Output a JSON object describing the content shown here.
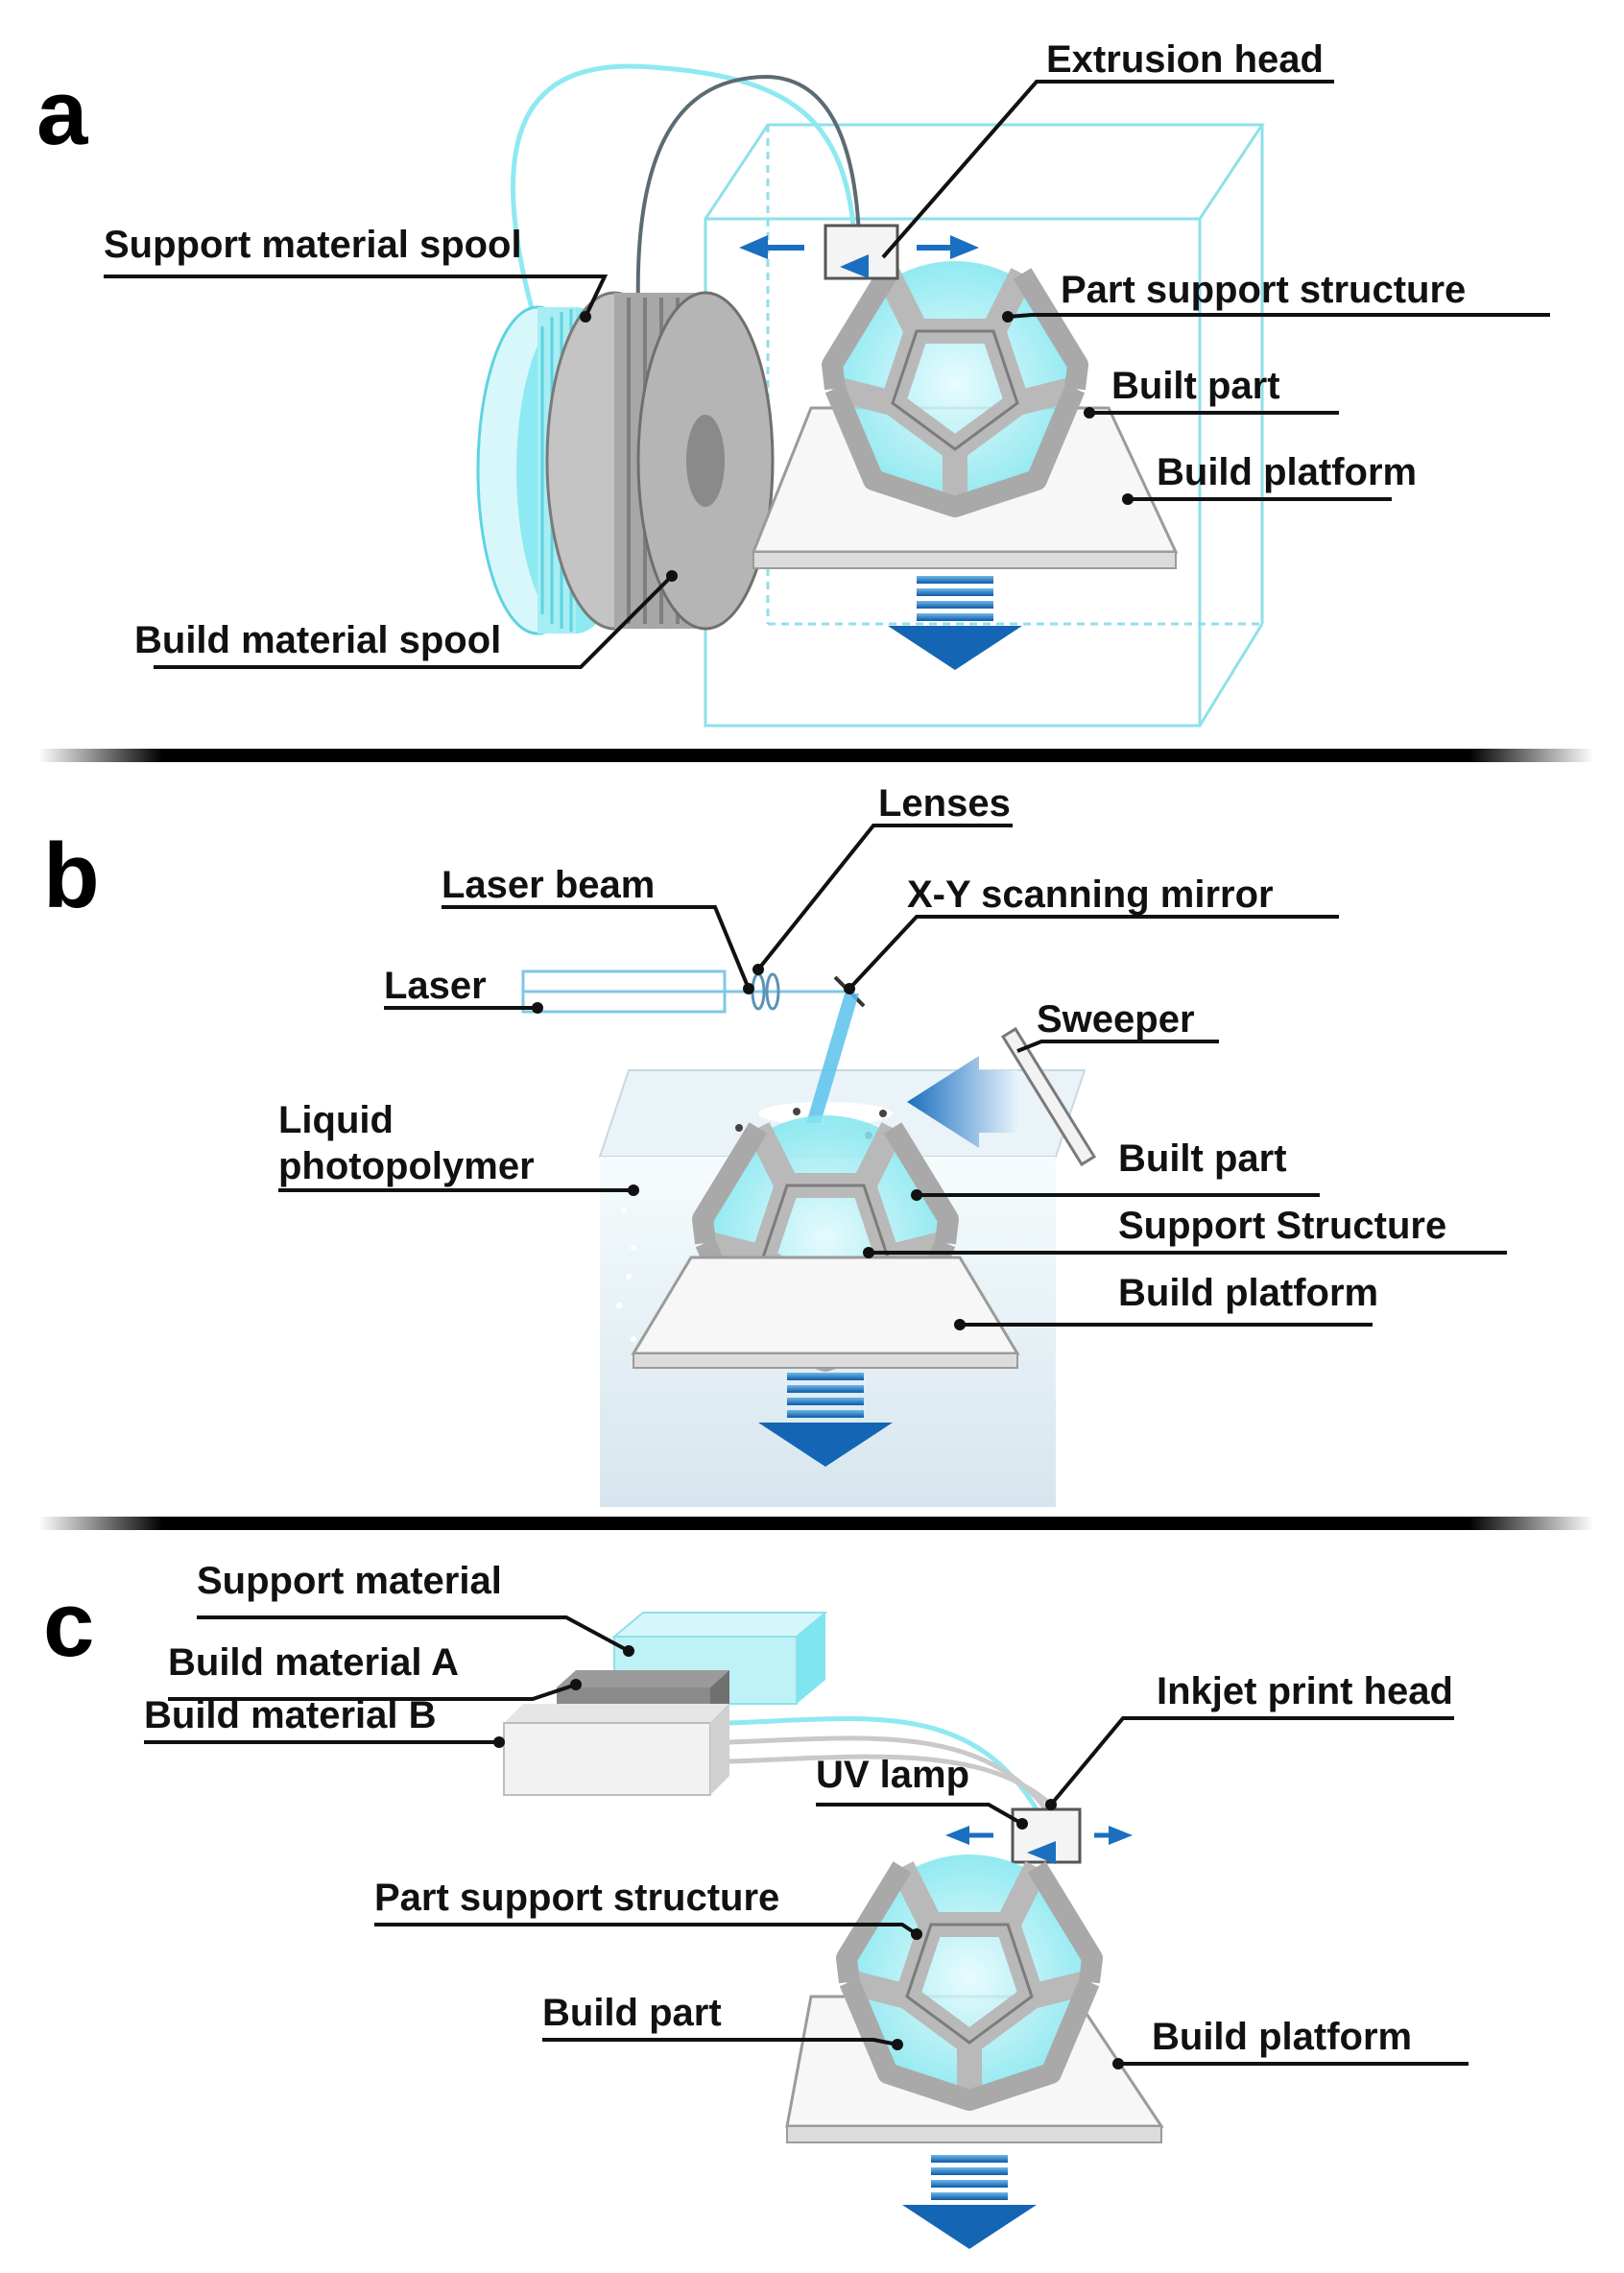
{
  "colors": {
    "cyan": "#7fe6ef",
    "cyan_light": "#c8f5f8",
    "blue_arrow": "#1a6fc0",
    "grey_part": "#b9b9b9",
    "grey_dark": "#8c8c8c",
    "box_edge": "#8fe0ea"
  },
  "panels": {
    "a": {
      "letter": "a",
      "labels": {
        "extrusion_head": "Extrusion head",
        "support_spool": "Support material spool",
        "part_support": "Part support structure",
        "built_part": "Built part",
        "build_platform": "Build platform",
        "build_spool": "Build material spool"
      }
    },
    "b": {
      "letter": "b",
      "labels": {
        "lenses": "Lenses",
        "laser_beam": "Laser beam",
        "xy_mirror": "X-Y scanning mirror",
        "laser": "Laser",
        "sweeper": "Sweeper",
        "liquid_1": "Liquid",
        "liquid_2": "photopolymer",
        "built_part": "Built part",
        "support_structure": "Support Structure",
        "build_platform": "Build platform"
      }
    },
    "c": {
      "letter": "c",
      "labels": {
        "support_material": "Support material",
        "build_material_a": "Build material A",
        "build_material_b": "Build material B",
        "inkjet_head": "Inkjet print head",
        "uv_lamp": "UV lamp",
        "part_support": "Part support structure",
        "build_part": "Build part",
        "build_platform": "Build platform"
      }
    }
  }
}
